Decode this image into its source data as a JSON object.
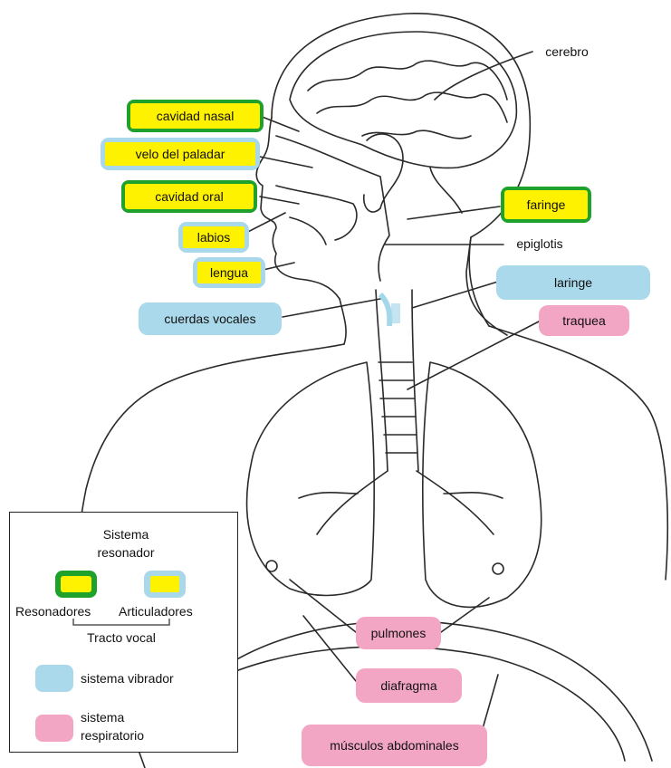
{
  "labels": {
    "cerebro": "cerebro",
    "cavidad_nasal": "cavidad nasal",
    "velo_paladar": "velo del paladar",
    "cavidad_oral": "cavidad oral",
    "faringe": "faringe",
    "labios": "labios",
    "epiglotis": "epiglotis",
    "lengua": "lengua",
    "laringe": "laringe",
    "cuerdas_vocales": "cuerdas vocales",
    "traquea": "traquea",
    "pulmones": "pulmones",
    "diafragma": "diafragma",
    "musculos_abdominales": "músculos abdominales"
  },
  "legend": {
    "sistema_resonador_1": "Sistema",
    "sistema_resonador_2": "resonador",
    "resonadores": "Resonadores",
    "articuladores": "Articuladores",
    "tracto_vocal": "Tracto vocal",
    "sistema_vibrador": "sistema vibrador",
    "sistema_respiratorio_1": "sistema",
    "sistema_respiratorio_2": "respiratorio"
  },
  "colors": {
    "resonador_border": "#1fa22b",
    "articulador_border": "#a8d8ea",
    "label_fill": "#fff200",
    "vibrador": "#a9d9ea",
    "respiratorio": "#f3a6c4"
  }
}
